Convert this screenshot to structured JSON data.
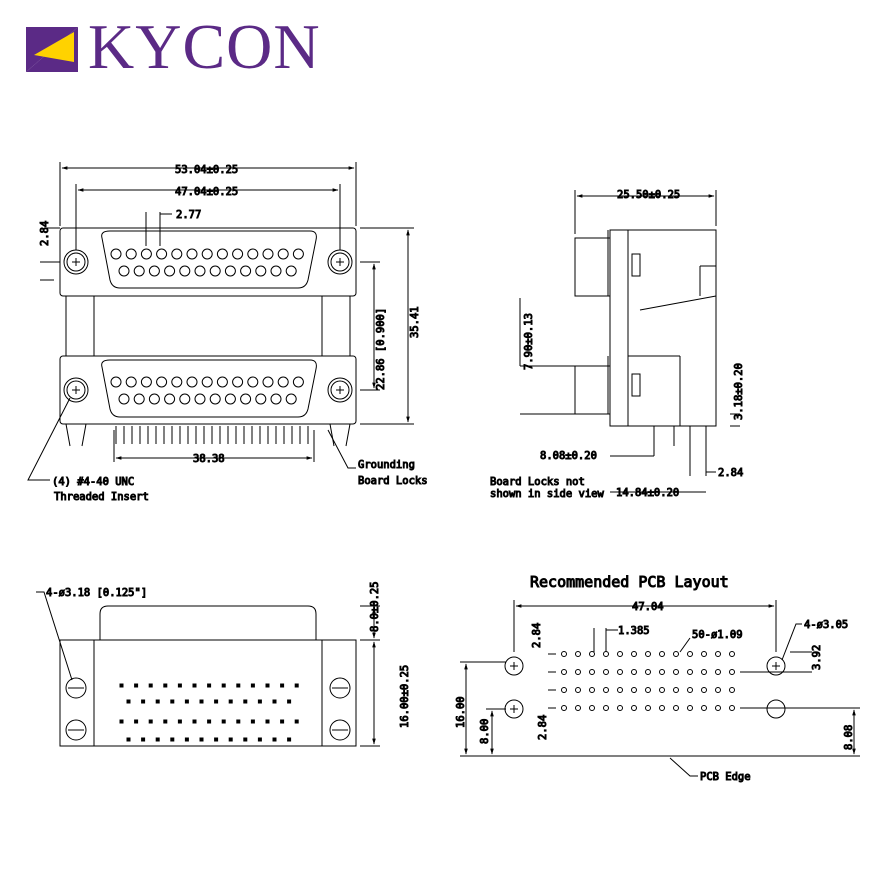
{
  "brand": {
    "name": "KYCON",
    "color": "#5b2a86",
    "accent": "#ffd200"
  },
  "front_view": {
    "overall_width": "53.04±0.25",
    "mount_spacing": "47.04±0.25",
    "pin_pitch": "2.77",
    "offset": "2.84",
    "row_spacing": "22.86 [0.900]",
    "overall_height": "35.41",
    "pin_span": "38.38",
    "note_insert_1": "(4) #4-40 UNC",
    "note_insert_2": "Threaded Insert",
    "note_locks_1": "Grounding",
    "note_locks_2": "Board Locks"
  },
  "side_view": {
    "depth": "25.50±0.25",
    "height_a": "7.90±0.13",
    "height_b": "3.18±0.20",
    "pin_offset": "8.08±0.20",
    "pin_pitch": "2.84",
    "pin_span": "14.84±0.20",
    "note_1": "Board Locks not",
    "note_2": "shown in side view"
  },
  "bottom_view": {
    "hole_note": "4-ø3.18 [0.125\"]",
    "dim_a": "8.0±0.25",
    "dim_b": "16.00±0.25"
  },
  "pcb_layout": {
    "title": "Recommended PCB Layout",
    "width": "47.04",
    "pitch_y": "2.84",
    "pitch_x": "1.385",
    "holes": "50-ø1.09",
    "mount_holes": "4-ø3.05",
    "mount_offset": "3.92",
    "height": "16.00",
    "dim_8": "8.00",
    "dim_284": "2.84",
    "dim_808": "8.08",
    "edge_label": "PCB Edge"
  }
}
